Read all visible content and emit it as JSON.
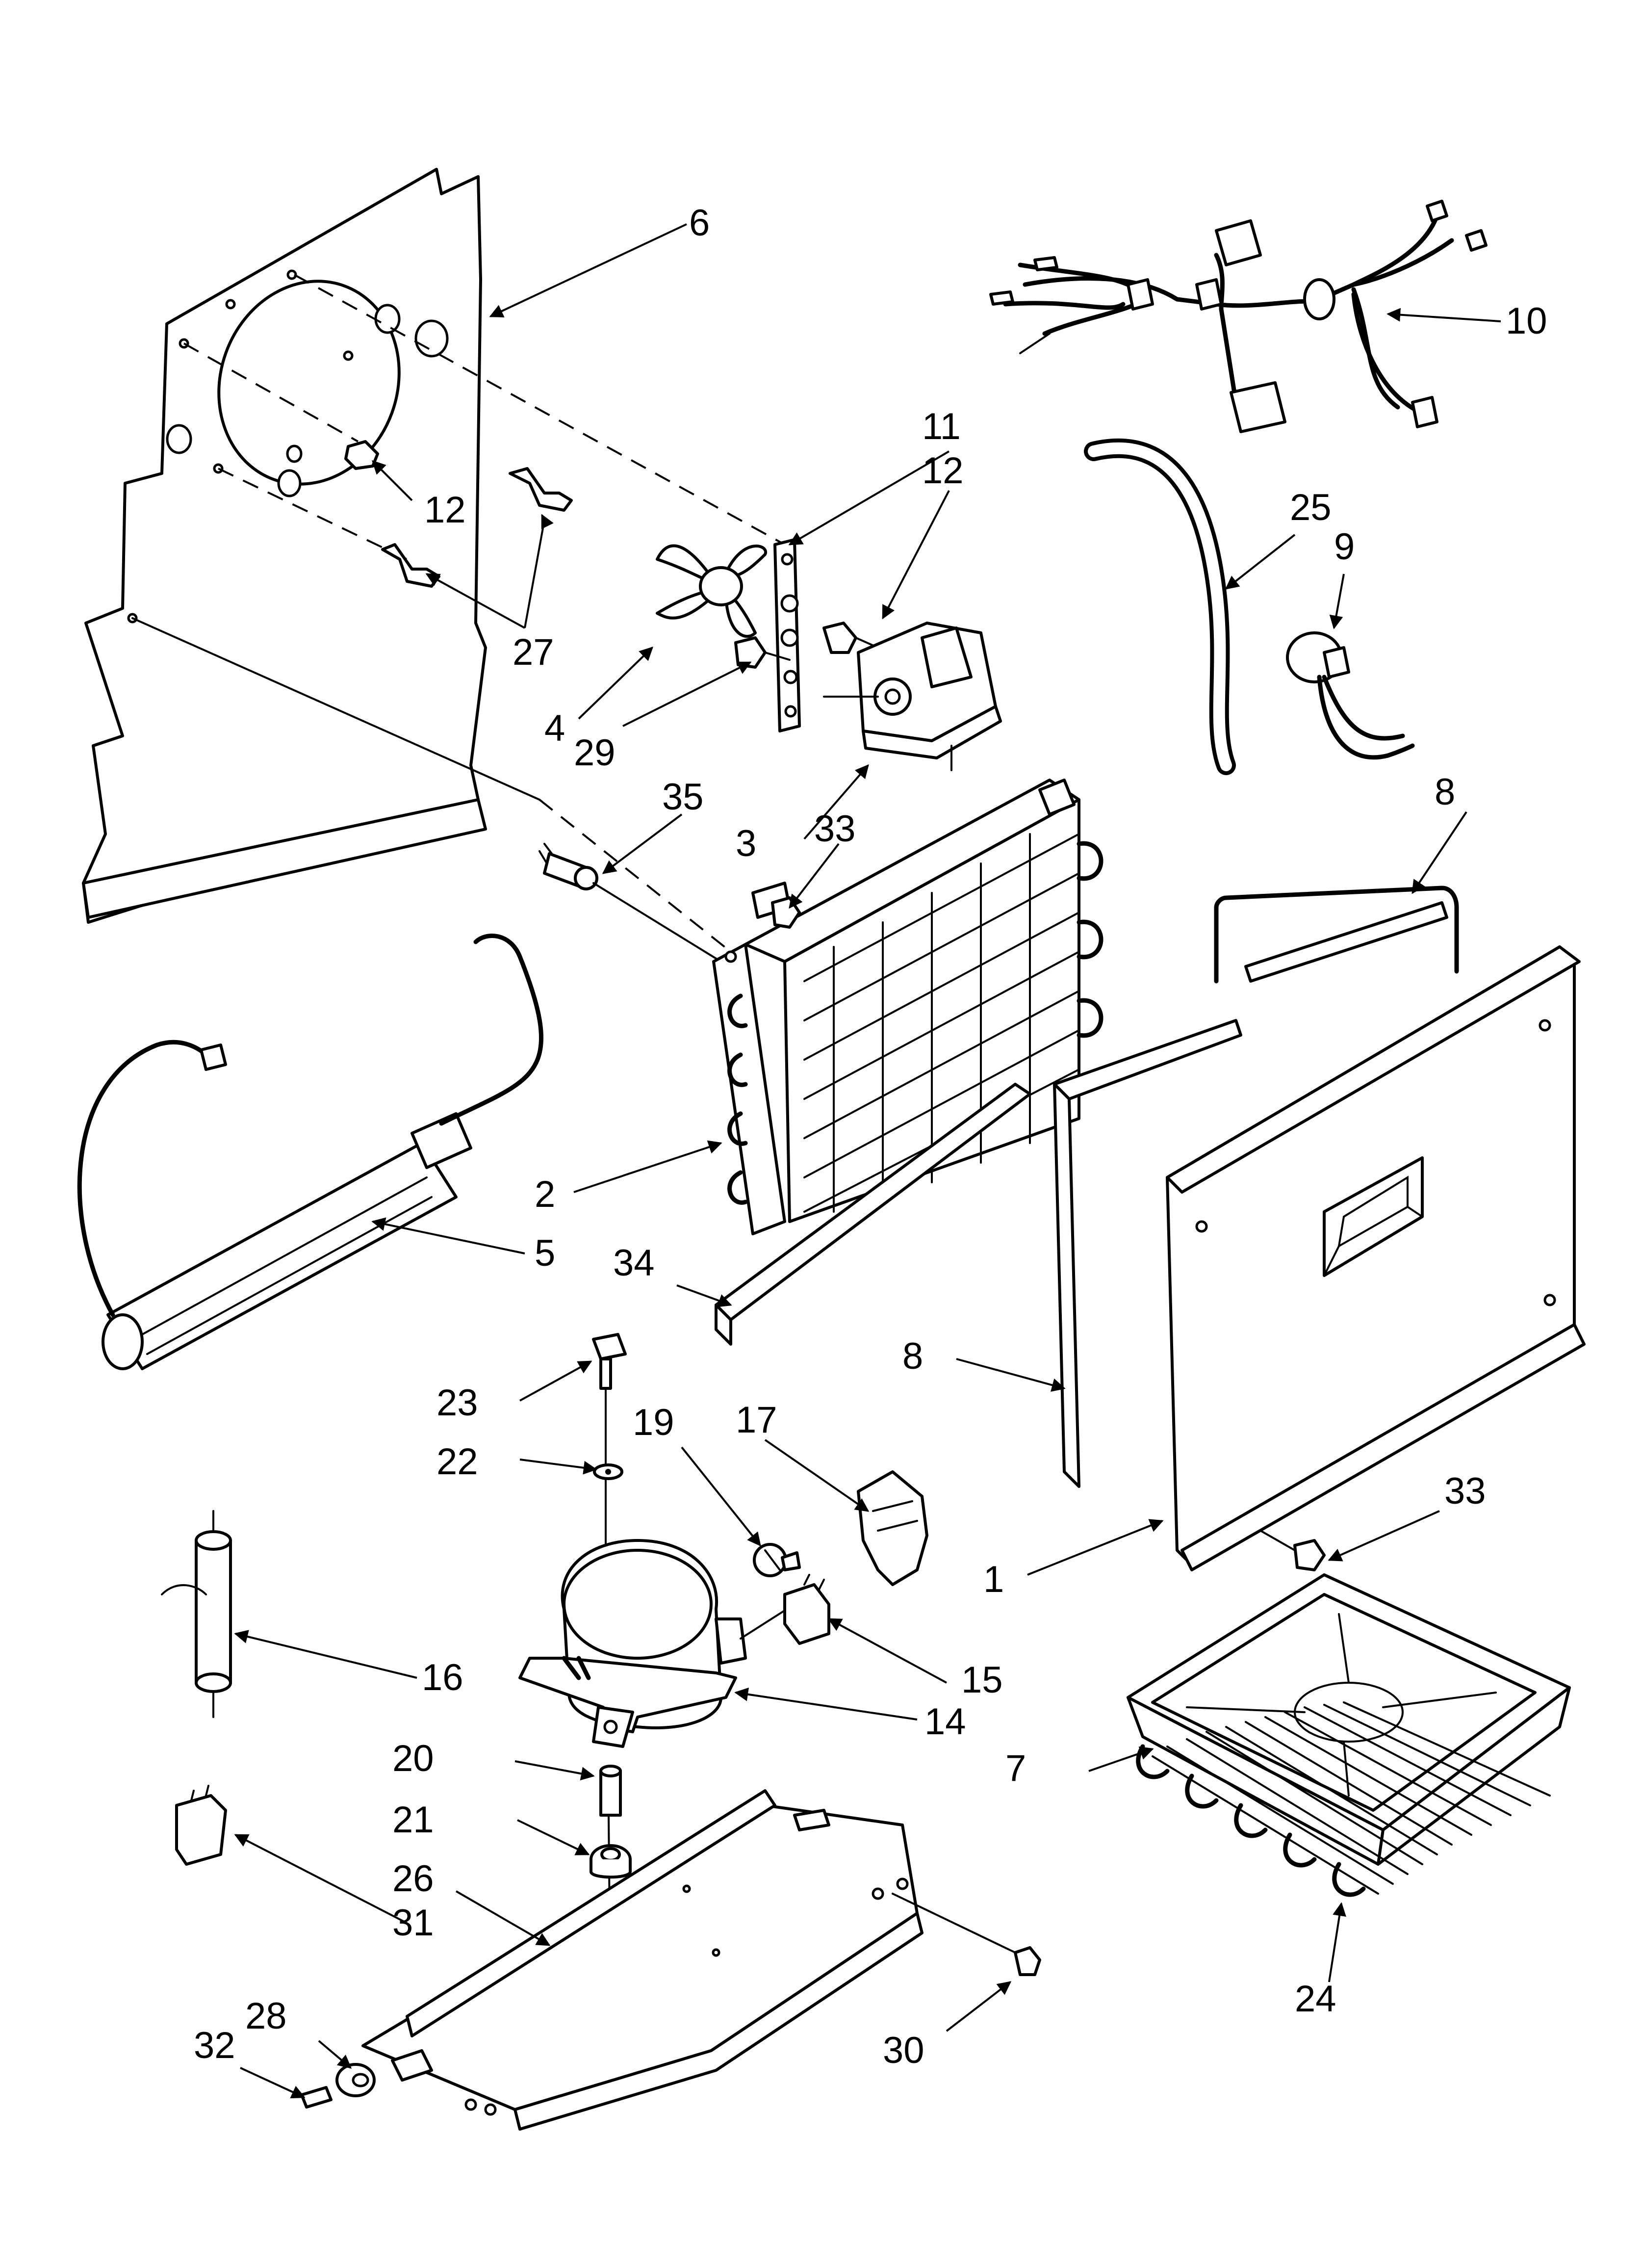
{
  "callouts": [
    {
      "id": "c1",
      "text": "1"
    },
    {
      "id": "c2",
      "text": "2"
    },
    {
      "id": "c3",
      "text": "3"
    },
    {
      "id": "c4",
      "text": "4"
    },
    {
      "id": "c5",
      "text": "5"
    },
    {
      "id": "c6",
      "text": "6"
    },
    {
      "id": "c7",
      "text": "7"
    },
    {
      "id": "c8a",
      "text": "8"
    },
    {
      "id": "c8b",
      "text": "8"
    },
    {
      "id": "c9",
      "text": "9"
    },
    {
      "id": "c10",
      "text": "10"
    },
    {
      "id": "c11",
      "text": "11"
    },
    {
      "id": "c12a",
      "text": "12"
    },
    {
      "id": "c12b",
      "text": "12"
    },
    {
      "id": "c14",
      "text": "14"
    },
    {
      "id": "c15",
      "text": "15"
    },
    {
      "id": "c16",
      "text": "16"
    },
    {
      "id": "c17",
      "text": "17"
    },
    {
      "id": "c19",
      "text": "19"
    },
    {
      "id": "c20",
      "text": "20"
    },
    {
      "id": "c21",
      "text": "21"
    },
    {
      "id": "c22",
      "text": "22"
    },
    {
      "id": "c23",
      "text": "23"
    },
    {
      "id": "c24",
      "text": "24"
    },
    {
      "id": "c25",
      "text": "25"
    },
    {
      "id": "c26",
      "text": "26"
    },
    {
      "id": "c27",
      "text": "27"
    },
    {
      "id": "c28",
      "text": "28"
    },
    {
      "id": "c29",
      "text": "29"
    },
    {
      "id": "c30",
      "text": "30"
    },
    {
      "id": "c31",
      "text": "31"
    },
    {
      "id": "c32",
      "text": "32"
    },
    {
      "id": "c33a",
      "text": "33"
    },
    {
      "id": "c33b",
      "text": "33"
    },
    {
      "id": "c34",
      "text": "34"
    },
    {
      "id": "c35",
      "text": "35"
    }
  ]
}
